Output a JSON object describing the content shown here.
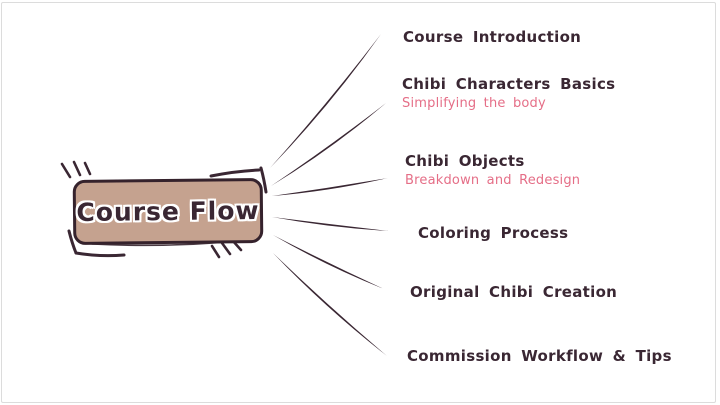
{
  "diagram": {
    "root": {
      "label": "Course Flow"
    },
    "branches": [
      {
        "label": "Course Introduction"
      },
      {
        "label": "Chibi Characters Basics",
        "subtitle": "Simplifying the body"
      },
      {
        "label": "Chibi Objects",
        "subtitle": "Breakdown and Redesign"
      },
      {
        "label": "Coloring Process"
      },
      {
        "label": "Original Chibi Creation"
      },
      {
        "label": "Commission Workflow & Tips"
      }
    ]
  },
  "colors": {
    "ink": "#3a2733",
    "node_fill": "#c5a28f",
    "node_border": "#35222c",
    "accent_pink": "#e56e87",
    "background": "#ffffff",
    "edge_line": "#dcdcdc"
  }
}
